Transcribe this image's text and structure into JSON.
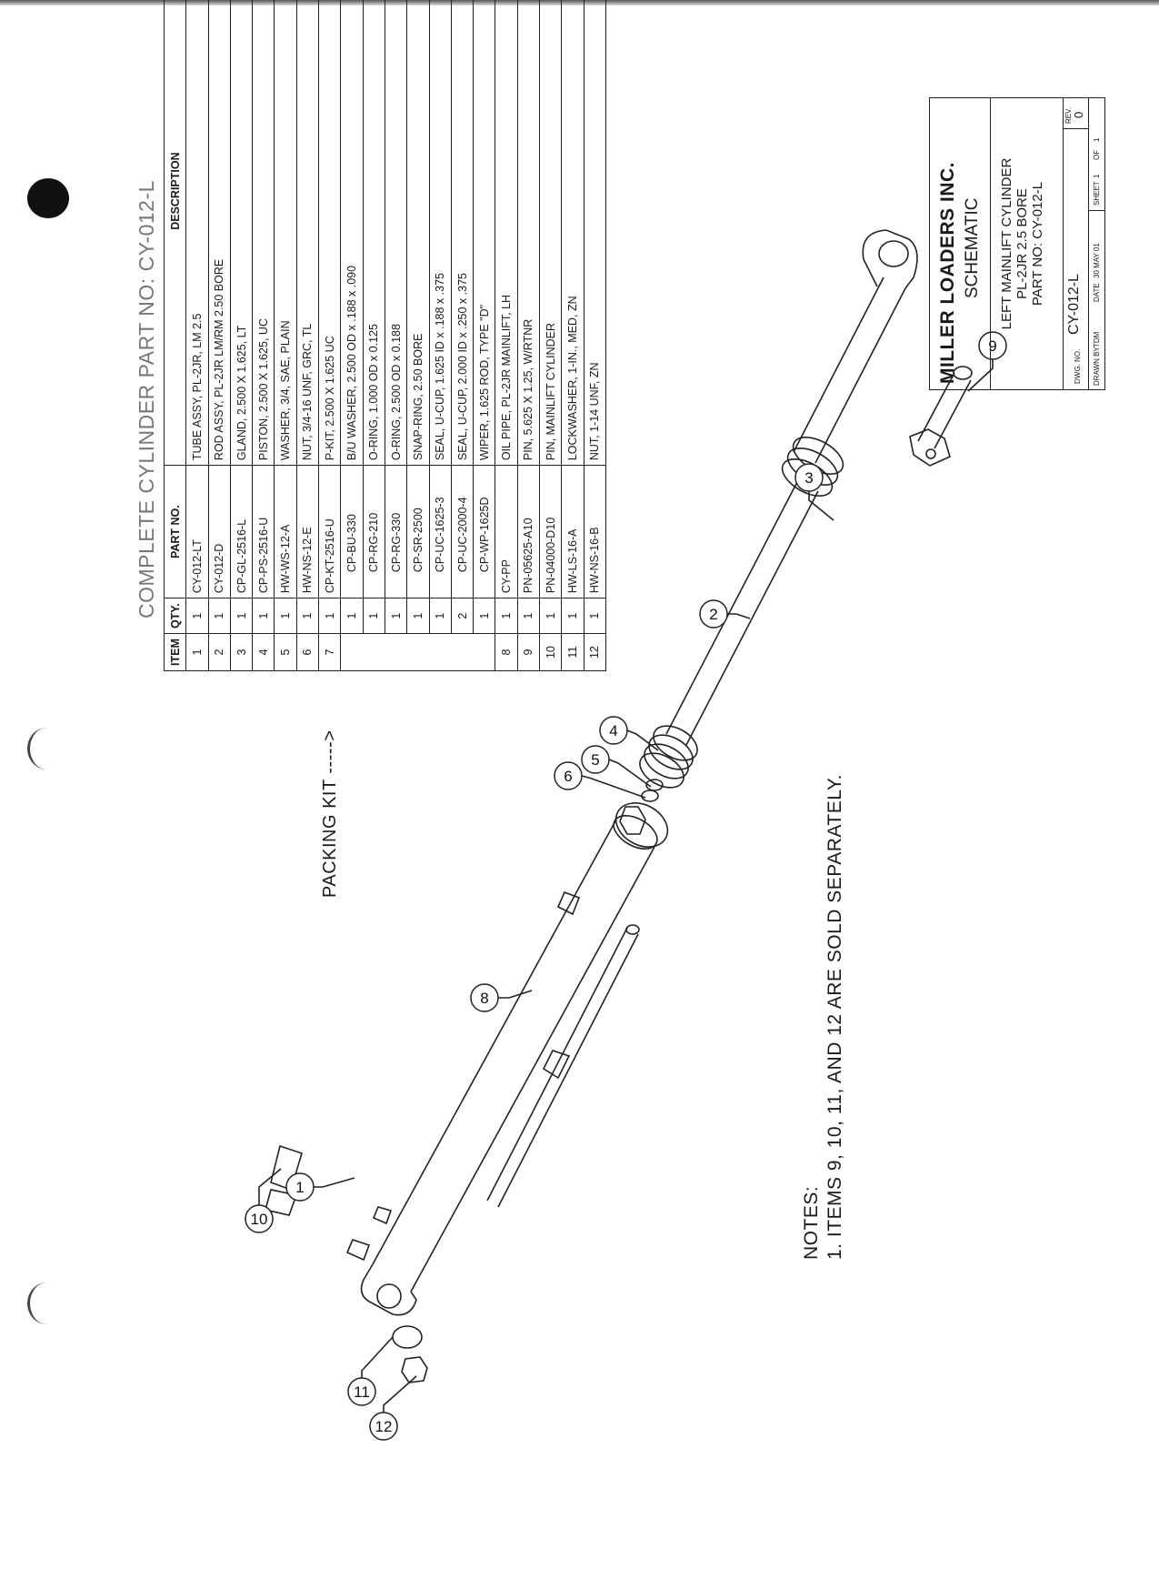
{
  "table": {
    "title": "COMPLETE CYLINDER PART NO: CY-012-L",
    "headers": [
      "ITEM",
      "QTY.",
      "PART NO.",
      "DESCRIPTION"
    ],
    "rows": [
      {
        "item": "1",
        "qty": "1",
        "part": "CY-012-LT",
        "desc": "TUBE ASSY, PL-2JR, LM 2.5"
      },
      {
        "item": "2",
        "qty": "1",
        "part": "CY-012-D",
        "desc": "ROD ASSY, PL-2JR LM/RM 2.50 BORE"
      },
      {
        "item": "3",
        "qty": "1",
        "part": "CP-GL-2516-L",
        "desc": "GLAND, 2.500 X 1.625, LT"
      },
      {
        "item": "4",
        "qty": "1",
        "part": "CP-PS-2516-U",
        "desc": "PISTON, 2.500 X 1.625, UC"
      },
      {
        "item": "5",
        "qty": "1",
        "part": "HW-WS-12-A",
        "desc": "WASHER, 3/4, SAE, PLAIN"
      },
      {
        "item": "6",
        "qty": "1",
        "part": "HW-NS-12-E",
        "desc": "NUT, 3/4-16 UNF, GRC, TL"
      },
      {
        "item": "7",
        "qty": "1",
        "part": "CP-KT-2516-U",
        "desc": "P-KIT, 2.500 X 1.625 UC"
      },
      {
        "item": "",
        "qty": "1",
        "part": "CP-BU-330",
        "desc": "B/U WASHER, 2.500 OD x .188 x .090",
        "sub": true
      },
      {
        "item": "",
        "qty": "1",
        "part": "CP-RG-210",
        "desc": "O-RING, 1.000 OD x 0.125",
        "sub": true
      },
      {
        "item": "",
        "qty": "1",
        "part": "CP-RG-330",
        "desc": "O-RING, 2.500 OD x 0.188",
        "sub": true
      },
      {
        "item": "",
        "qty": "1",
        "part": "CP-SR-2500",
        "desc": "SNAP-RING, 2.50 BORE",
        "sub": true
      },
      {
        "item": "",
        "qty": "1",
        "part": "CP-UC-1625-3",
        "desc": "SEAL, U-CUP, 1.625 ID x .188 x .375",
        "sub": true
      },
      {
        "item": "",
        "qty": "2",
        "part": "CP-UC-2000-4",
        "desc": "SEAL, U-CUP, 2.000 ID x .250 x .375",
        "sub": true
      },
      {
        "item": "",
        "qty": "1",
        "part": "CP-WP-1625D",
        "desc": "WIPER, 1.625 ROD, TYPE \"D\"",
        "sub": true
      },
      {
        "item": "8",
        "qty": "1",
        "part": "CY-PP",
        "desc": "OIL PIPE, PL-2JR MAINLIFT, LH"
      },
      {
        "item": "9",
        "qty": "1",
        "part": "PN-05625-A10",
        "desc": "PIN, 5.625 X 1.25, W/RTNR"
      },
      {
        "item": "10",
        "qty": "1",
        "part": "PN-04000-D10",
        "desc": "PIN, MAINLIFT CYLINDER"
      },
      {
        "item": "11",
        "qty": "1",
        "part": "HW-LS-16-A",
        "desc": "LOCKWASHER, 1-IN., MED, ZN"
      },
      {
        "item": "12",
        "qty": "1",
        "part": "HW-NS-16-B",
        "desc": "NUT, 1-14 UNF, ZN"
      }
    ]
  },
  "packing_kit_label": "PACKING KIT ----->",
  "notes": {
    "heading": "NOTES:",
    "line1": "1.  ITEMS 9, 10, 11, AND 12 ARE SOLD SEPARATELY."
  },
  "title_block": {
    "company": "MILLER LOADERS INC.",
    "subtitle": "SCHEMATIC",
    "desc1": "LEFT MAINLIFT CYLINDER",
    "desc2": "PL-2JR 2.5 BORE",
    "desc3": "PART NO: CY-012-L",
    "dwg_label": "DWG. NO.",
    "dwg_no": "CY-012-L",
    "rev_label": "REV.",
    "rev": "0",
    "drawn_label": "DRAWN BY",
    "drawn_by": "TDM",
    "date_label": "DATE",
    "date": "30 MAY 01",
    "sheet_label": "SHEET",
    "sheet_no": "1",
    "of_label": "OF",
    "sheet_total": "1"
  },
  "callouts": [
    "1",
    "2",
    "3",
    "4",
    "5",
    "6",
    "8",
    "9",
    "10",
    "11",
    "12"
  ]
}
